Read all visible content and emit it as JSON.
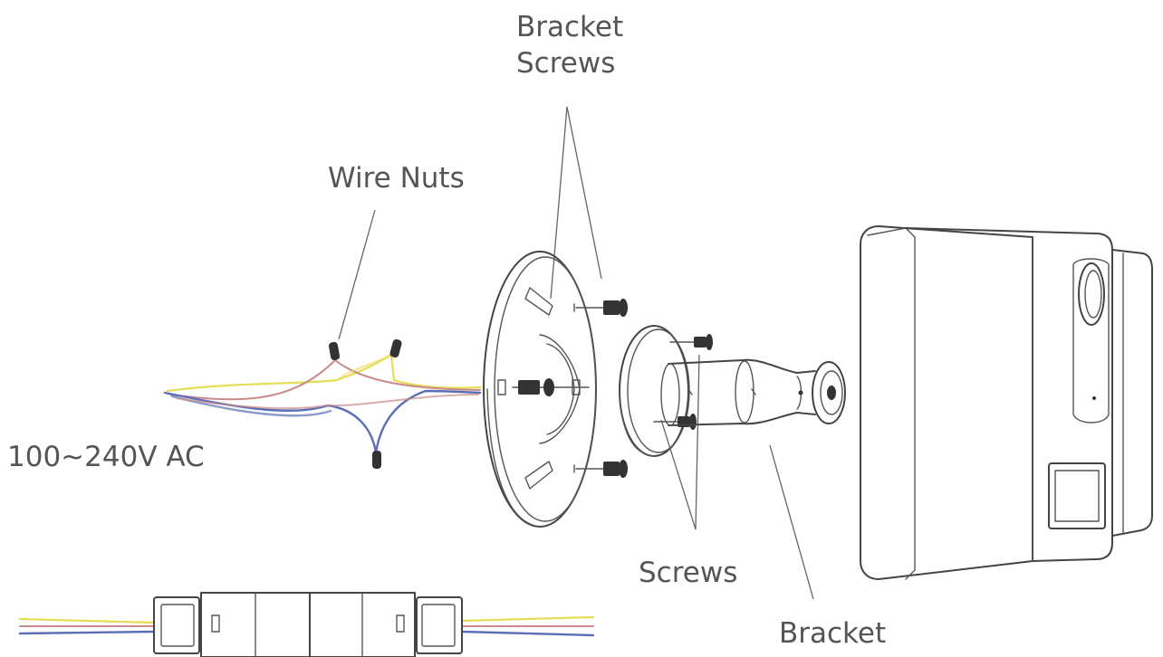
{
  "labels": {
    "bracket_screws_line1": "Bracket",
    "bracket_screws_line2": "Screws",
    "wire_nuts": "Wire Nuts",
    "voltage": "100~240V AC",
    "screws": "Screws",
    "bracket": "Bracket"
  },
  "colors": {
    "wire_yellow": "#e6dc55",
    "wire_red": "#c98a8a",
    "wire_blue": "#5b6fb8",
    "line_art": "#555555"
  }
}
